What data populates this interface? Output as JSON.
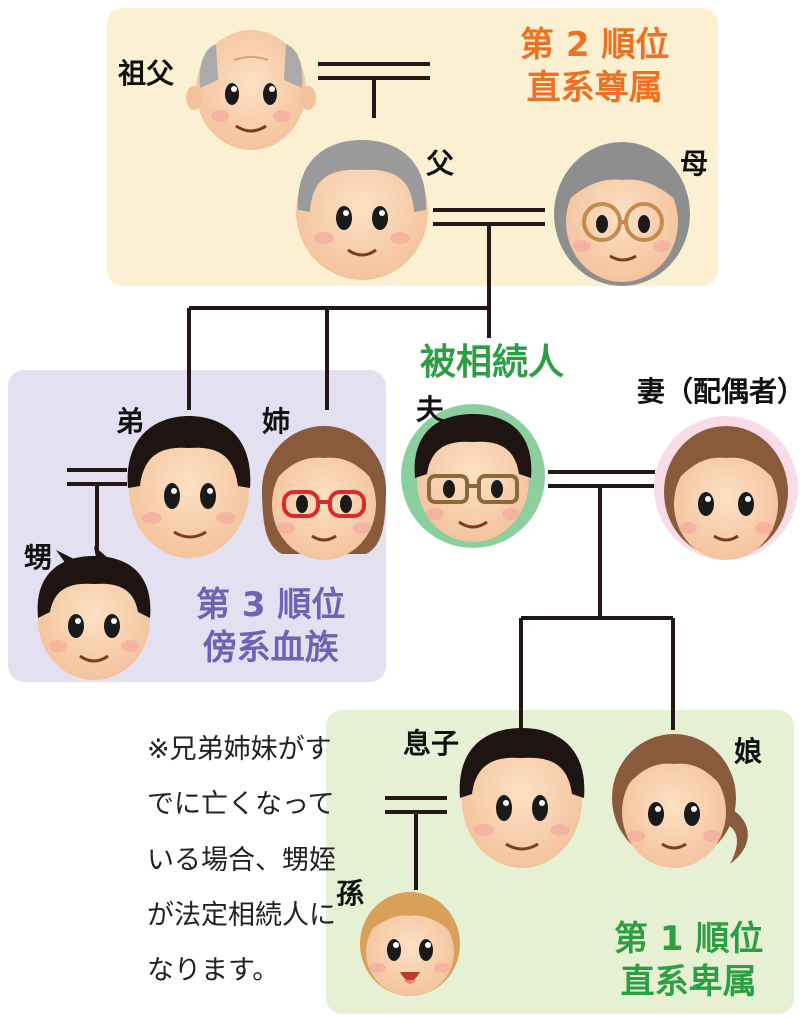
{
  "groups": {
    "rank2": {
      "line1": "第 2 順位",
      "line2": "直系尊属",
      "color": "#ee7022",
      "bg": "#fbf0d2"
    },
    "rank3": {
      "line1": "第 3 順位",
      "line2": "傍系血族",
      "color": "#6f62b5",
      "bg": "#e3e1f1"
    },
    "rank1": {
      "line1": "第 1 順位",
      "line2": "直系卑属",
      "color": "#2e9e45",
      "bg": "#e6f1d4"
    }
  },
  "people": {
    "grandfather": "祖父",
    "father": "父",
    "mother": "母",
    "brother": "弟",
    "sister": "姉",
    "nephew": "甥",
    "husband": "夫",
    "wife": "妻（配偶者）",
    "son": "息子",
    "daughter": "娘",
    "grandchild": "孫"
  },
  "decedent_label": "被相続人",
  "decedent_color": "#2e9e45",
  "note": "※兄弟姉妹がすでに亡くなっている場合、甥姪が法定相続人になります。"
}
